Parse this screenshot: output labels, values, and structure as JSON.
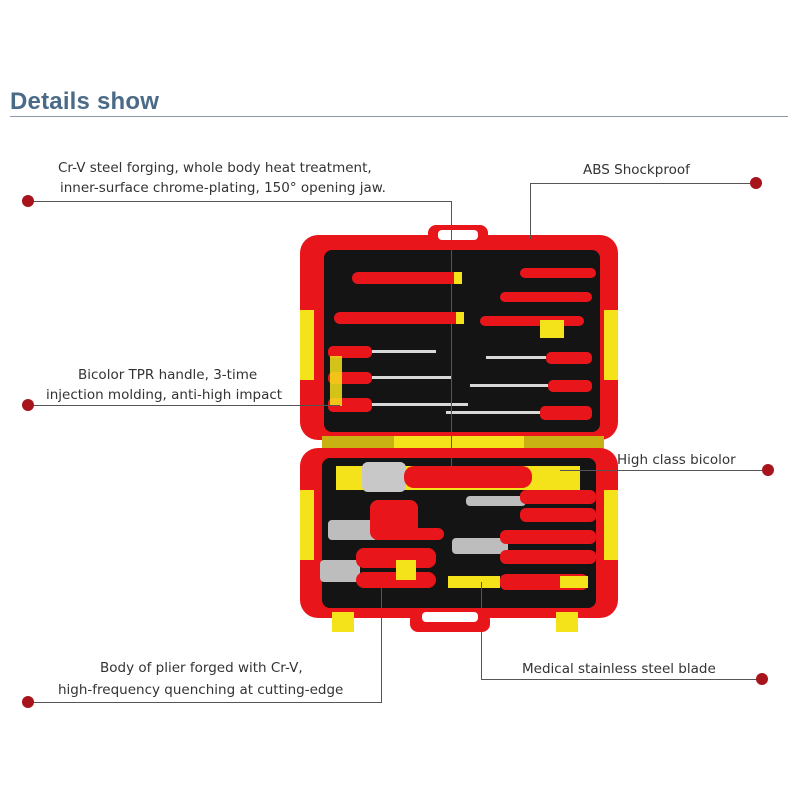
{
  "header": {
    "title": "Details show"
  },
  "callouts": {
    "jaw": {
      "line1": "Cr-V steel forging, whole body heat treatment,",
      "line2": "inner-surface chrome-plating,  150° opening jaw."
    },
    "abs": {
      "text": "ABS Shockproof"
    },
    "handle": {
      "line1": "Bicolor TPR handle, 3-time",
      "line2": "injection molding, anti-high impact"
    },
    "bicolor": {
      "text": "High class bicolor"
    },
    "plier": {
      "line1": "Body of plier forged with Cr-V,",
      "line2": "high-frequency quenching at cutting-edge"
    },
    "blade": {
      "text": "Medical stainless steel blade"
    }
  },
  "colors": {
    "case_red": "#e8161b",
    "accent_yellow": "#f4e21a",
    "foam_black": "#141414",
    "dot_red": "#a8141c",
    "title_blue": "#4a6a88"
  },
  "icons": [
    "tool-case-image"
  ]
}
